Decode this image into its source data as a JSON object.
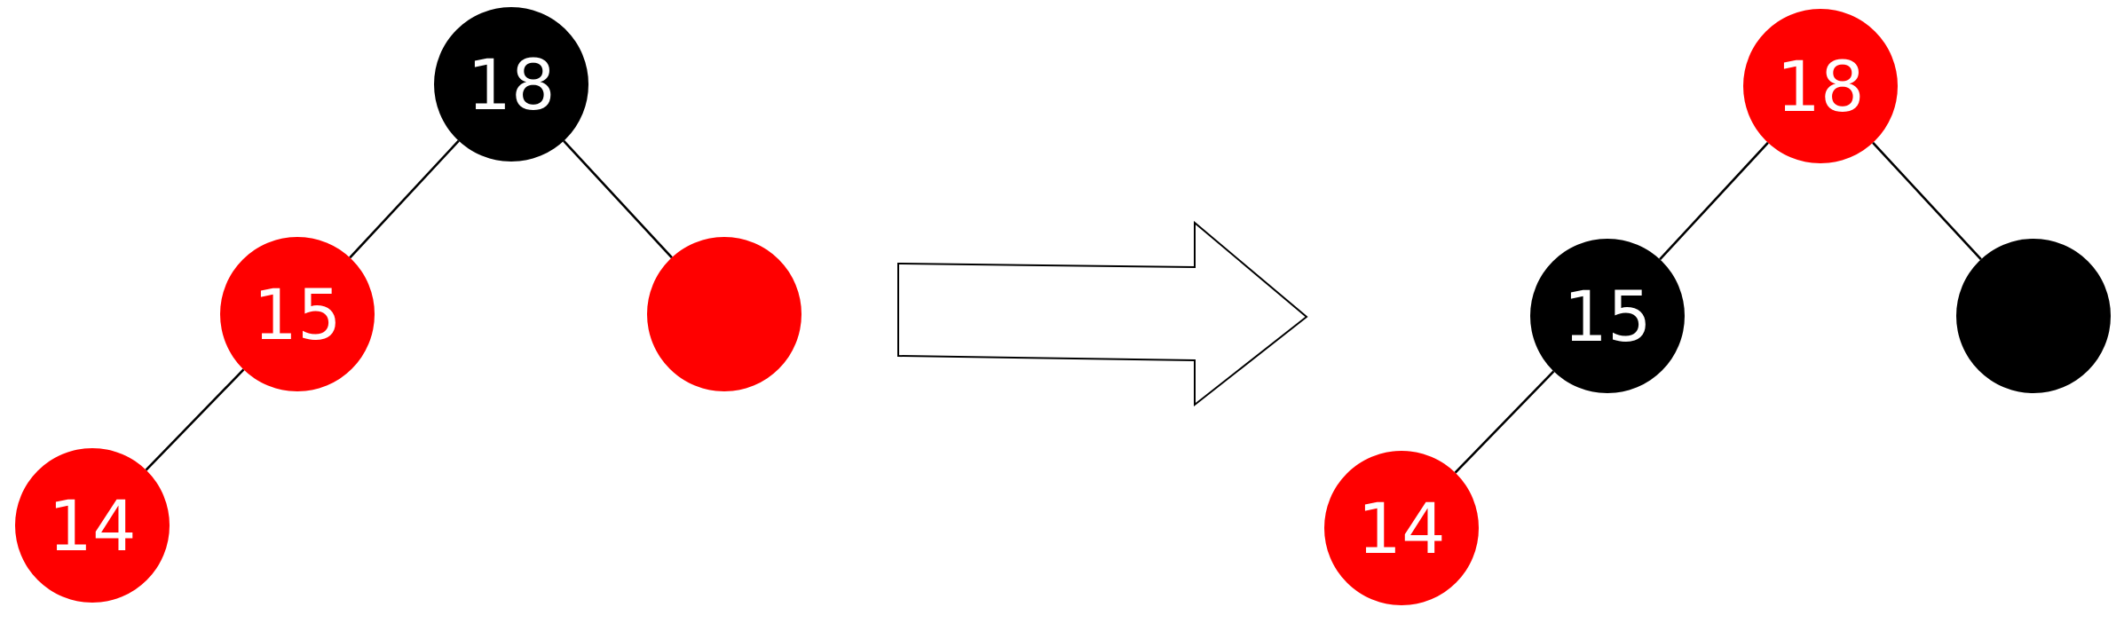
{
  "colors": {
    "red": "#ff0000",
    "black": "#000000",
    "background": "#ffffff"
  },
  "before_tree": {
    "nodes": [
      {
        "id": "root",
        "label": "18",
        "color": "black"
      },
      {
        "id": "left",
        "label": "15",
        "color": "red"
      },
      {
        "id": "right",
        "label": "",
        "color": "red"
      },
      {
        "id": "left-left",
        "label": "14",
        "color": "red"
      }
    ],
    "edges": [
      {
        "from": "root",
        "to": "left"
      },
      {
        "from": "root",
        "to": "right"
      },
      {
        "from": "left",
        "to": "left-left"
      }
    ]
  },
  "after_tree": {
    "nodes": [
      {
        "id": "root",
        "label": "18",
        "color": "red"
      },
      {
        "id": "left",
        "label": "15",
        "color": "black"
      },
      {
        "id": "right",
        "label": "",
        "color": "black"
      },
      {
        "id": "left-left",
        "label": "14",
        "color": "red"
      }
    ],
    "edges": [
      {
        "from": "root",
        "to": "left"
      },
      {
        "from": "root",
        "to": "right"
      },
      {
        "from": "left",
        "to": "left-left"
      }
    ]
  },
  "transition": {
    "icon": "right-arrow-icon"
  }
}
